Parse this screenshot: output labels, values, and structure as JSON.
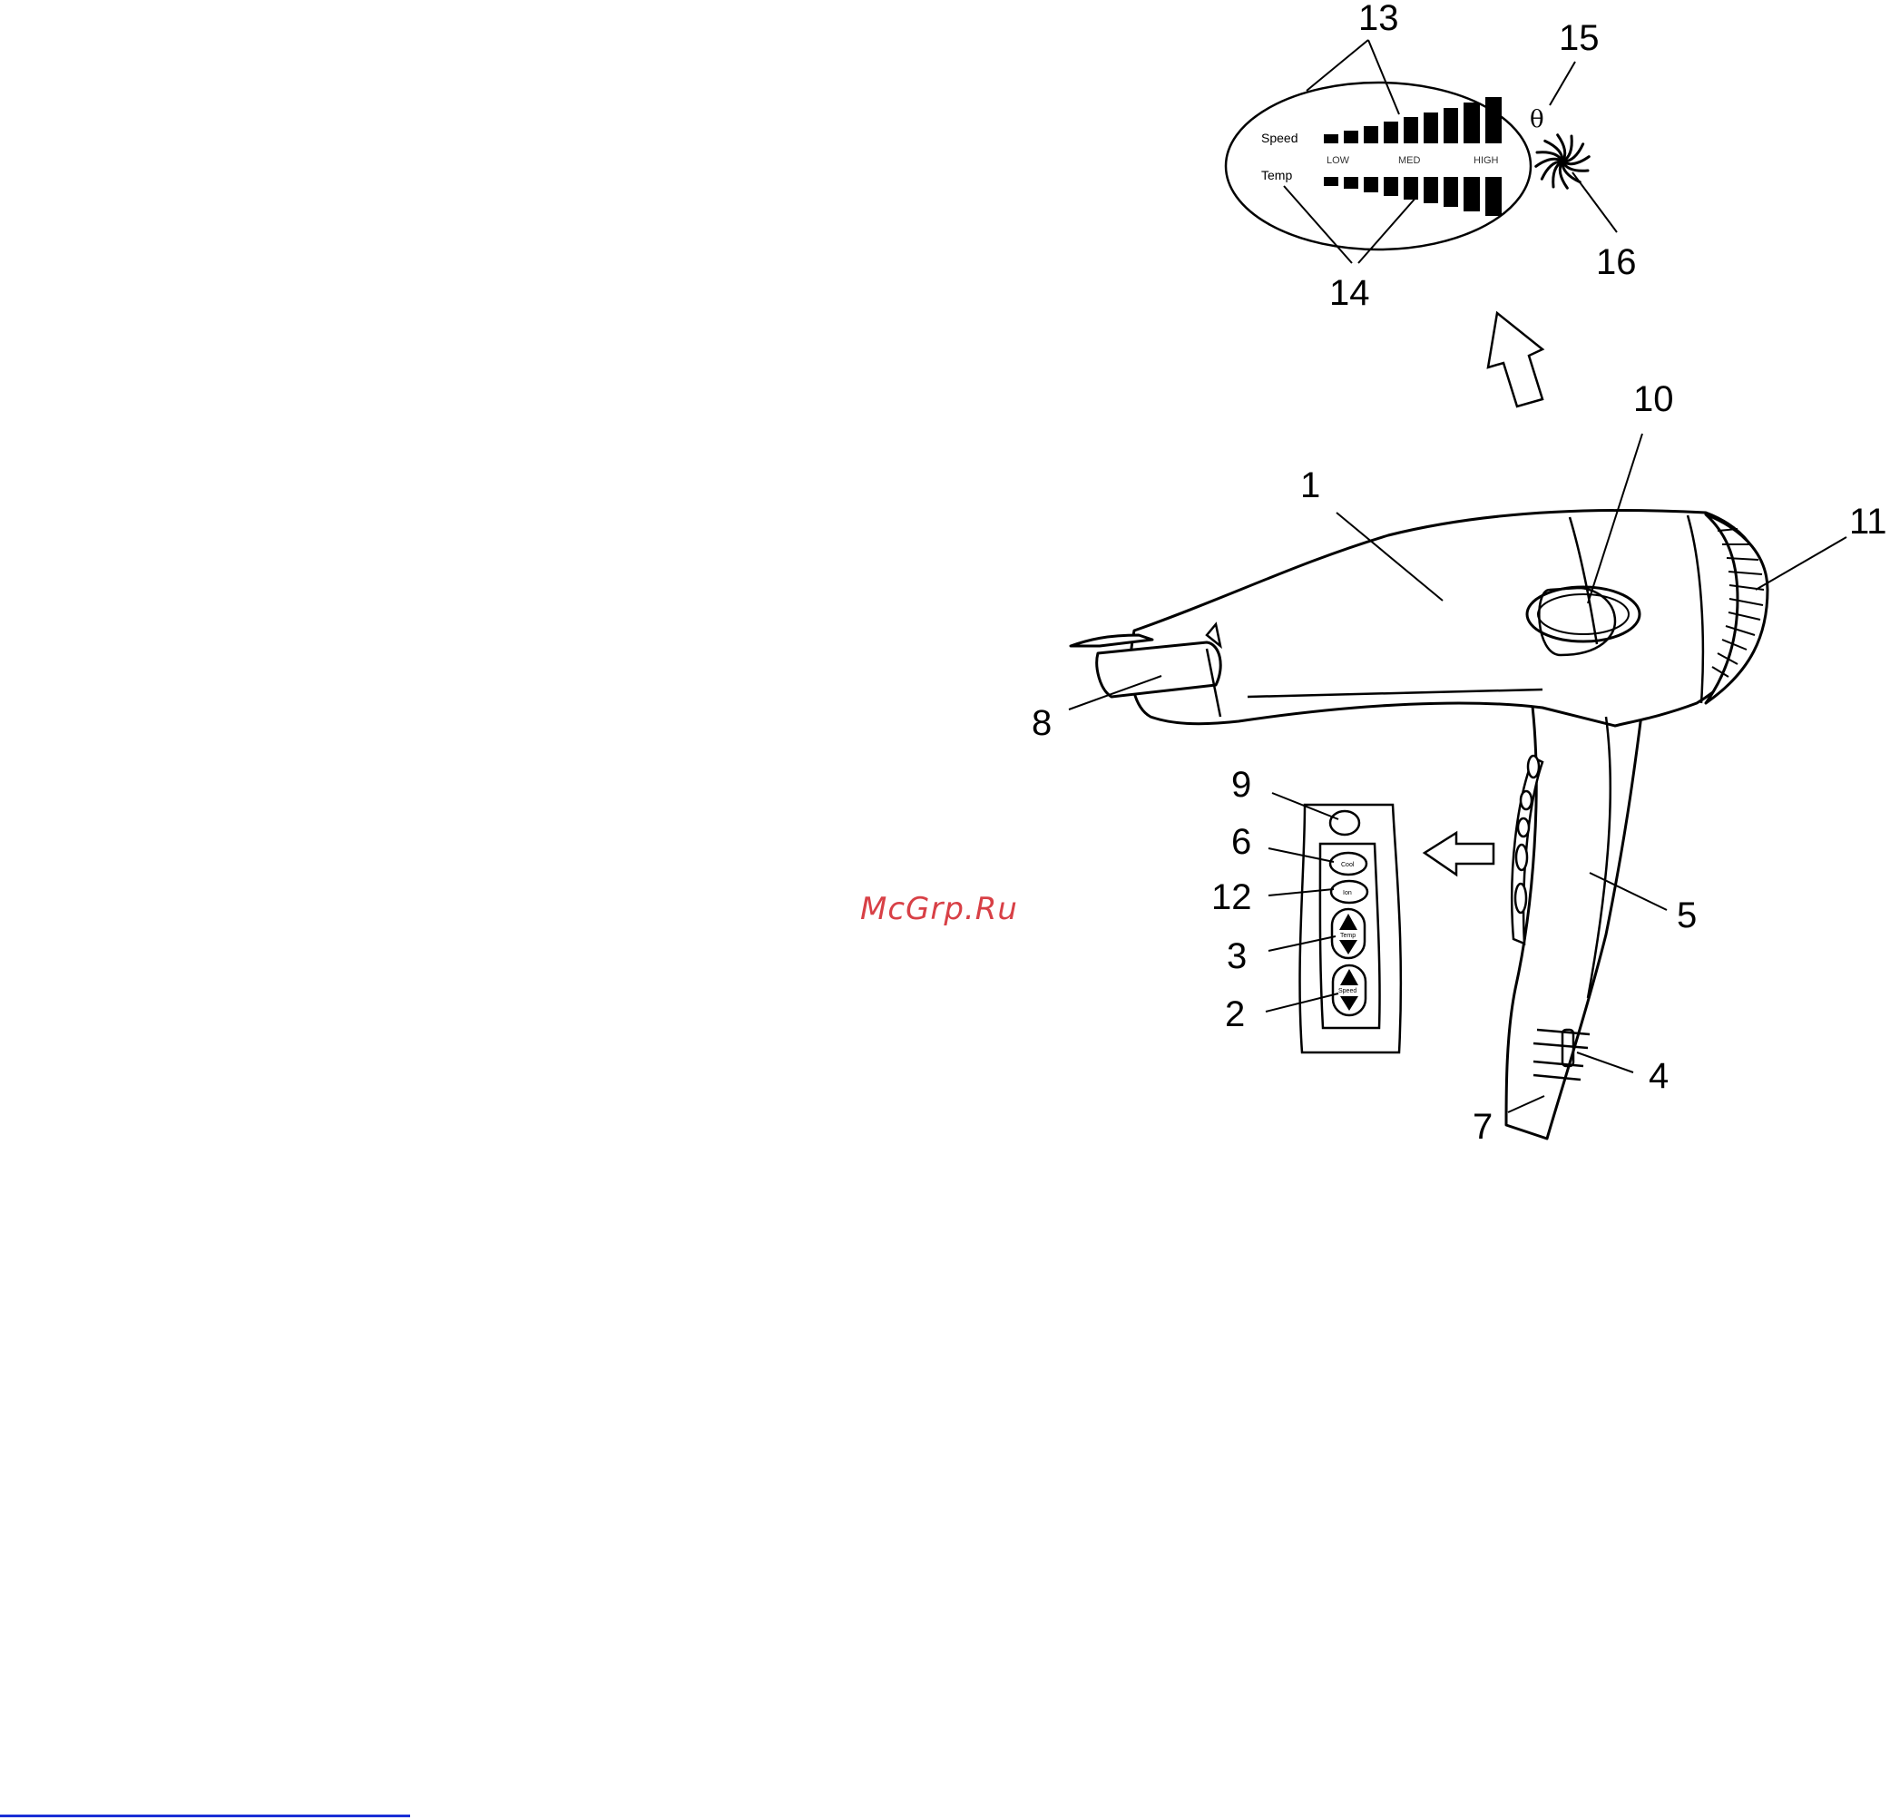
{
  "display": {
    "speed_label": "Speed",
    "temp_label": "Temp",
    "scale": {
      "low": "LOW",
      "med": "MED",
      "high": "HIGH"
    },
    "lock_symbol": "θ",
    "fan_icon": "fan-icon"
  },
  "control_panel": {
    "cool_button": "Cool",
    "ion_button": "Ion",
    "temp_button": "Temp",
    "speed_button": "Speed"
  },
  "callouts": [
    "1",
    "2",
    "3",
    "4",
    "5",
    "6",
    "7",
    "8",
    "9",
    "10",
    "11",
    "12",
    "13",
    "14",
    "15",
    "16"
  ],
  "watermark": "McGrp.Ru",
  "colors": {
    "line": "#000000",
    "watermark": "#d21f26",
    "rule": "#1a2fd6"
  }
}
